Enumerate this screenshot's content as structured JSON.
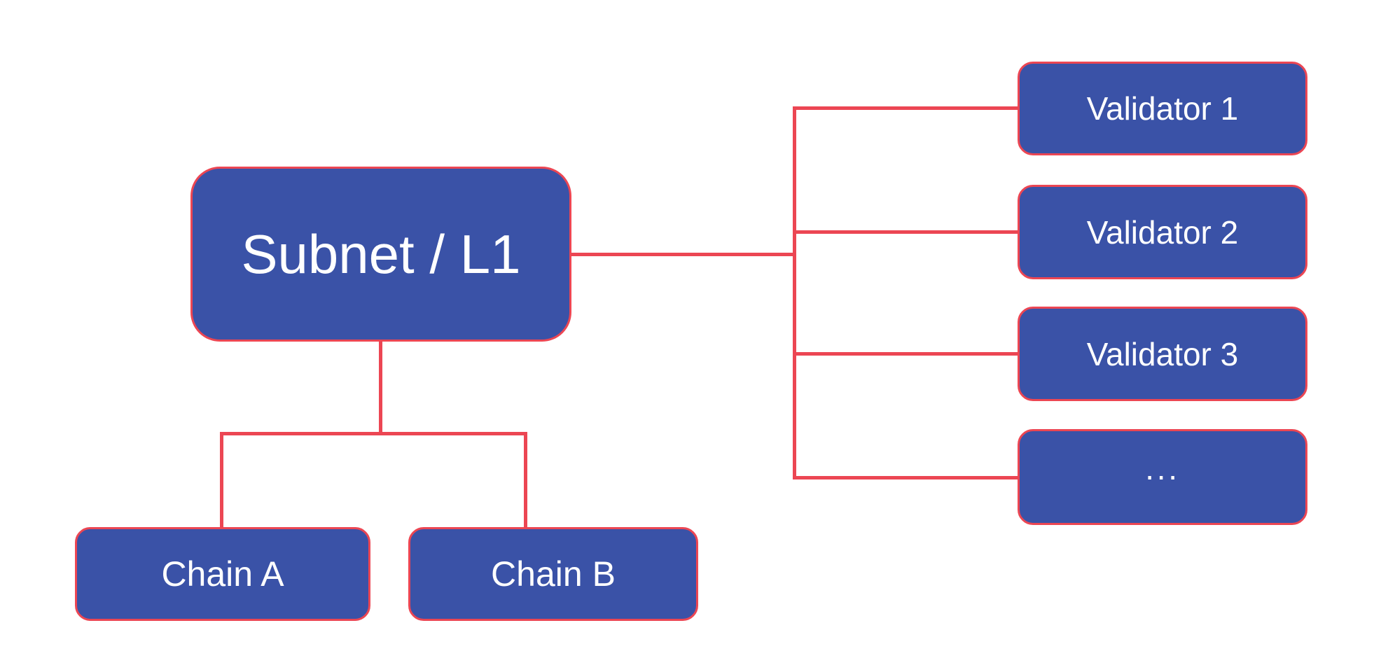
{
  "diagram": {
    "nodes": {
      "subnet": {
        "label": "Subnet / L1"
      },
      "chain_a": {
        "label": "Chain A"
      },
      "chain_b": {
        "label": "Chain B"
      },
      "validator_1": {
        "label": "Validator 1"
      },
      "validator_2": {
        "label": "Validator 2"
      },
      "validator_3": {
        "label": "Validator 3"
      },
      "validator_more": {
        "label": "..."
      }
    },
    "connections": [
      {
        "from": "subnet",
        "to": "validator_1"
      },
      {
        "from": "subnet",
        "to": "validator_2"
      },
      {
        "from": "subnet",
        "to": "validator_3"
      },
      {
        "from": "subnet",
        "to": "validator_more"
      },
      {
        "from": "subnet",
        "to": "chain_a"
      },
      {
        "from": "subnet",
        "to": "chain_b"
      }
    ],
    "colors": {
      "node_fill": "#3A52A7",
      "connector": "#EC4653",
      "node_text": "#FFFFFF",
      "background": "#FFFFFF"
    }
  }
}
